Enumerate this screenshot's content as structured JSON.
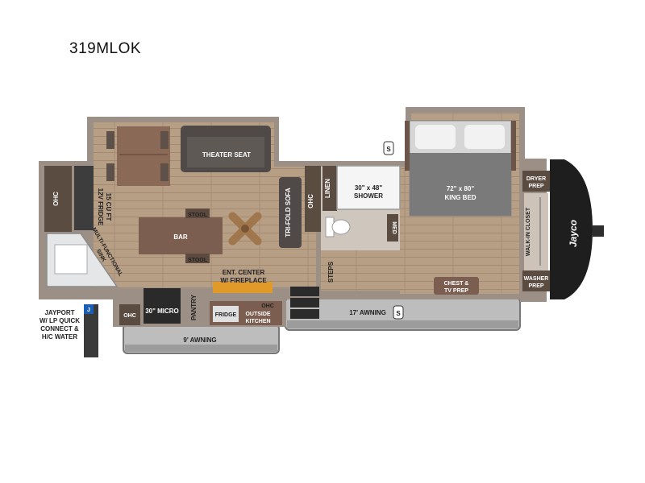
{
  "model": "319MLOK",
  "labels": {
    "theater_seat": "THEATER SEAT",
    "ohc": "OHC",
    "fridge_line1": "15 CU FT",
    "fridge_line2": "12V FRIDGE",
    "stool": "STOOL",
    "bar": "BAR",
    "tri_fold_sofa": "TRI-FOLD SOFA",
    "linen": "LINEN",
    "shower_line1": "30\" x 48\"",
    "shower_line2": "SHOWER",
    "med": "MED",
    "bed_line1": "72\" x 80\"",
    "bed_line2": "KING BED",
    "dryer_line1": "DRYER",
    "dryer_line2": "PREP",
    "walk_in_closet": "WALK-IN CLOSET",
    "washer_line1": "WASHER",
    "washer_line2": "PREP",
    "sink_line1": "MULTI-FUNCTIONAL",
    "sink_line2": "SINK",
    "ent_line1": "ENT. CENTER",
    "ent_line2": "W/ FIREPLACE",
    "steps": "STEPS",
    "chest_line1": "CHEST &",
    "chest_line2": "TV PREP",
    "pantry": "PANTRY",
    "micro": "30\" MICRO",
    "fridge": "FRIDGE",
    "outside_line1": "OUTSIDE",
    "outside_line2": "KITCHEN",
    "awning_17": "17' AWNING",
    "awning_9": "9' AWNING",
    "jayport_line1": "JAYPORT",
    "jayport_line2": "W/ LP QUICK",
    "jayport_line3": "CONNECT &",
    "jayport_line4": "H/C WATER",
    "slide_marker": "S",
    "jport_marker": "J",
    "brand": "Jayco"
  }
}
